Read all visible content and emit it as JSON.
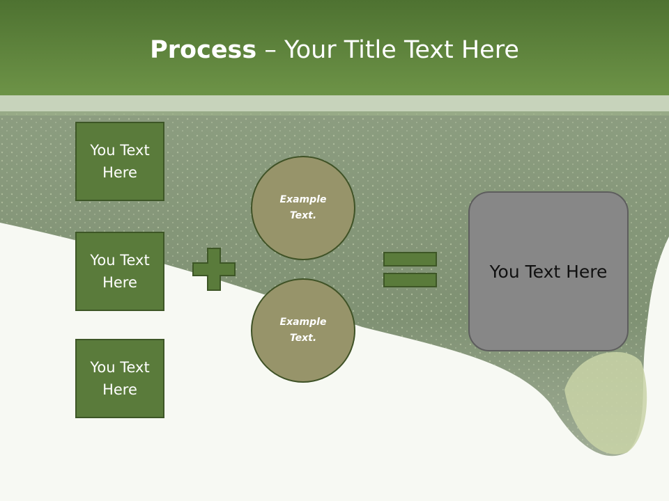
{
  "title": {
    "bold": "Process",
    "rest": " – Your Title Text Here"
  },
  "left_boxes": [
    "You Text Here",
    "You Text Here",
    "You Text Here"
  ],
  "circles": [
    "Example Text.",
    "Example Text."
  ],
  "result": "You Text Here",
  "icons": {
    "plus": "plus-icon",
    "equals": "equals-icon"
  },
  "colors": {
    "title_bar": "#5a7f3a",
    "box": "#5a7b3b",
    "circle": "#97946a",
    "result_box": "#878787"
  }
}
